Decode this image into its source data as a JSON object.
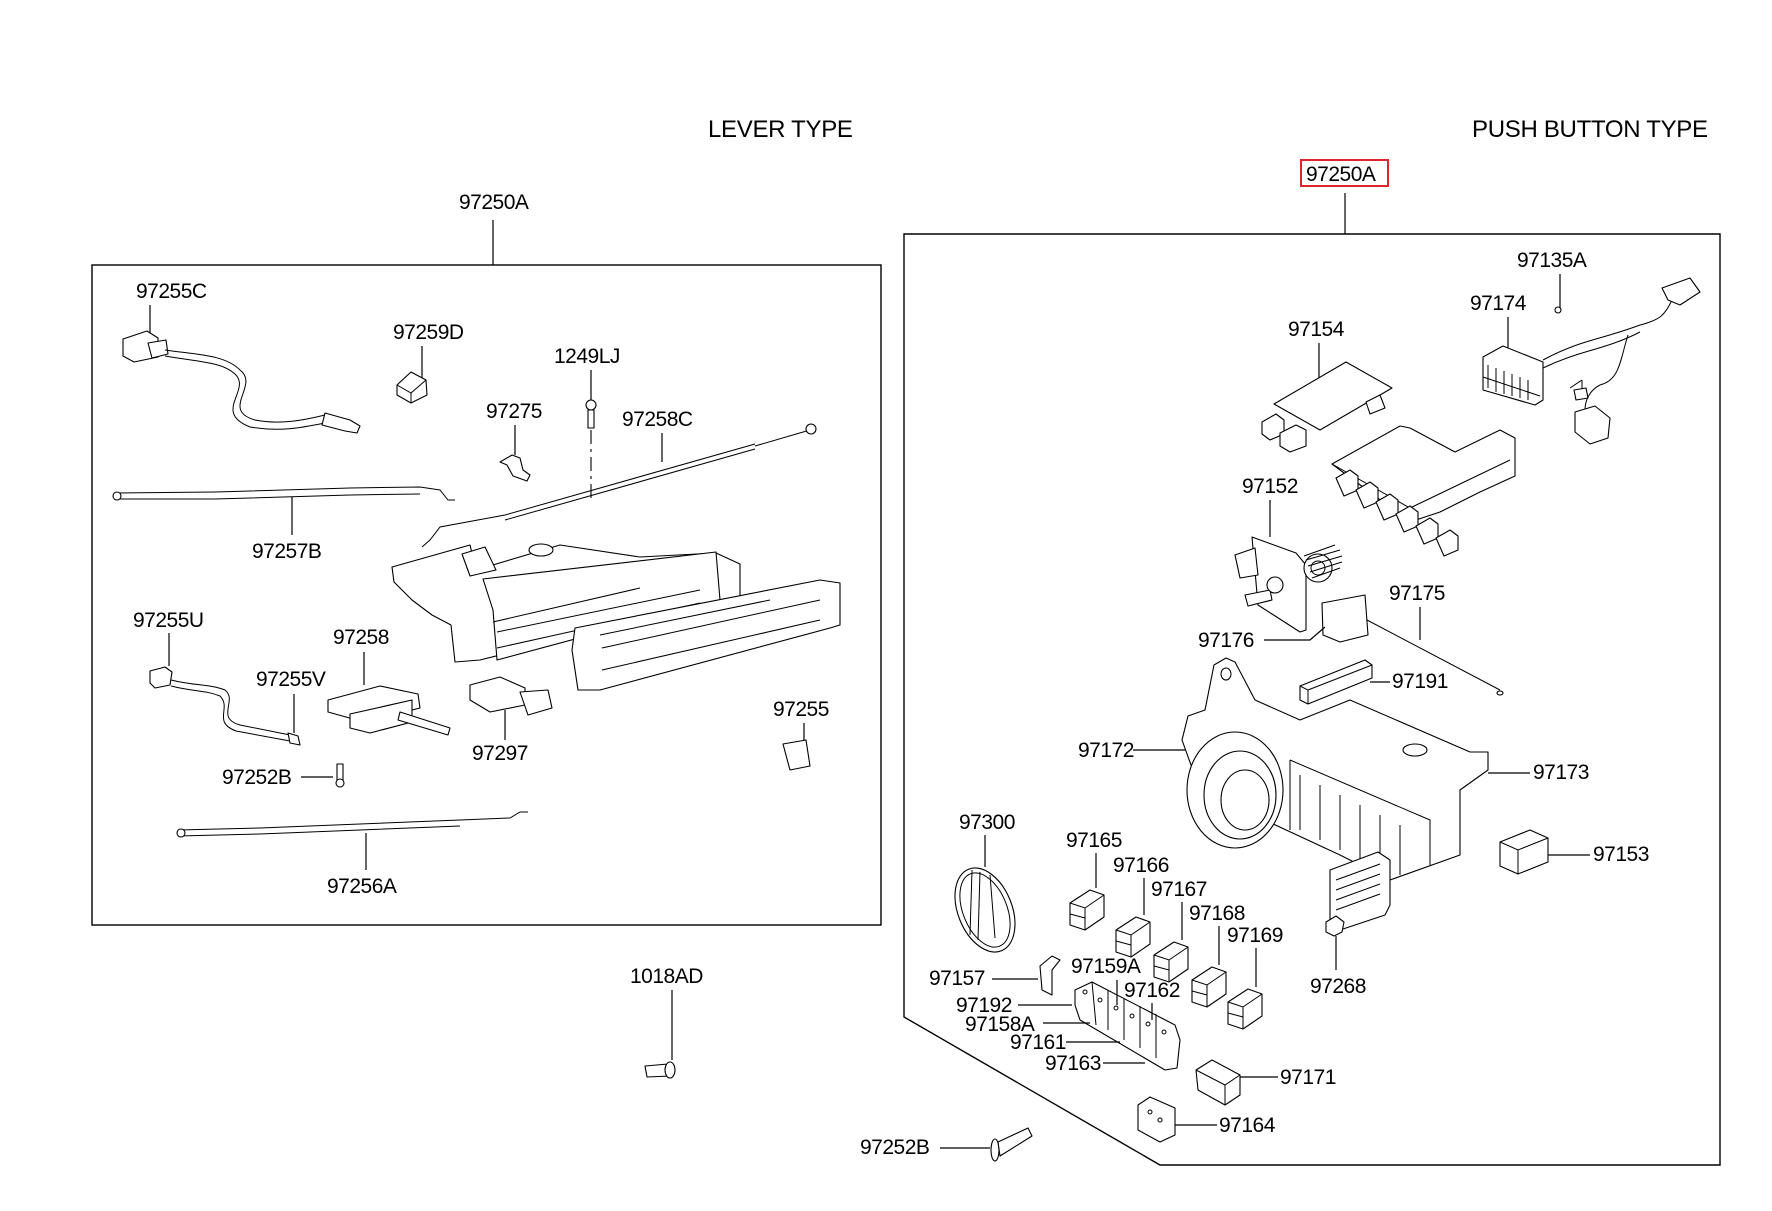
{
  "sections": {
    "lever": {
      "title": "LEVER TYPE",
      "assembly": "97250A"
    },
    "push": {
      "title": "PUSH BUTTON TYPE",
      "assembly": "97250A",
      "assembly_highlighted": true,
      "highlight_color": "#e0242b"
    }
  },
  "lever_parts": {
    "p97255C": "97255C",
    "p97259D": "97259D",
    "p1249LJ": "1249LJ",
    "p97275": "97275",
    "p97258C": "97258C",
    "p97257B": "97257B",
    "p97255U": "97255U",
    "p97258": "97258",
    "p97255V": "97255V",
    "p97297": "97297",
    "p97255": "97255",
    "p97252B": "97252B",
    "p97256A": "97256A"
  },
  "loose_parts": {
    "p1018AD": "1018AD",
    "p97252B": "97252B"
  },
  "push_parts": {
    "p97135A": "97135A",
    "p97174": "97174",
    "p97154": "97154",
    "p97152": "97152",
    "p97175": "97175",
    "p97176": "97176",
    "p97191": "97191",
    "p97172": "97172",
    "p97173": "97173",
    "p97300": "97300",
    "p97165": "97165",
    "p97166": "97166",
    "p97167": "97167",
    "p97168": "97168",
    "p97169": "97169",
    "p97153": "97153",
    "p97157": "97157",
    "p97159A": "97159A",
    "p97162": "97162",
    "p97268": "97268",
    "p97192": "97192",
    "p97158A": "97158A",
    "p97161": "97161",
    "p97163": "97163",
    "p97171": "97171",
    "p97164": "97164"
  }
}
